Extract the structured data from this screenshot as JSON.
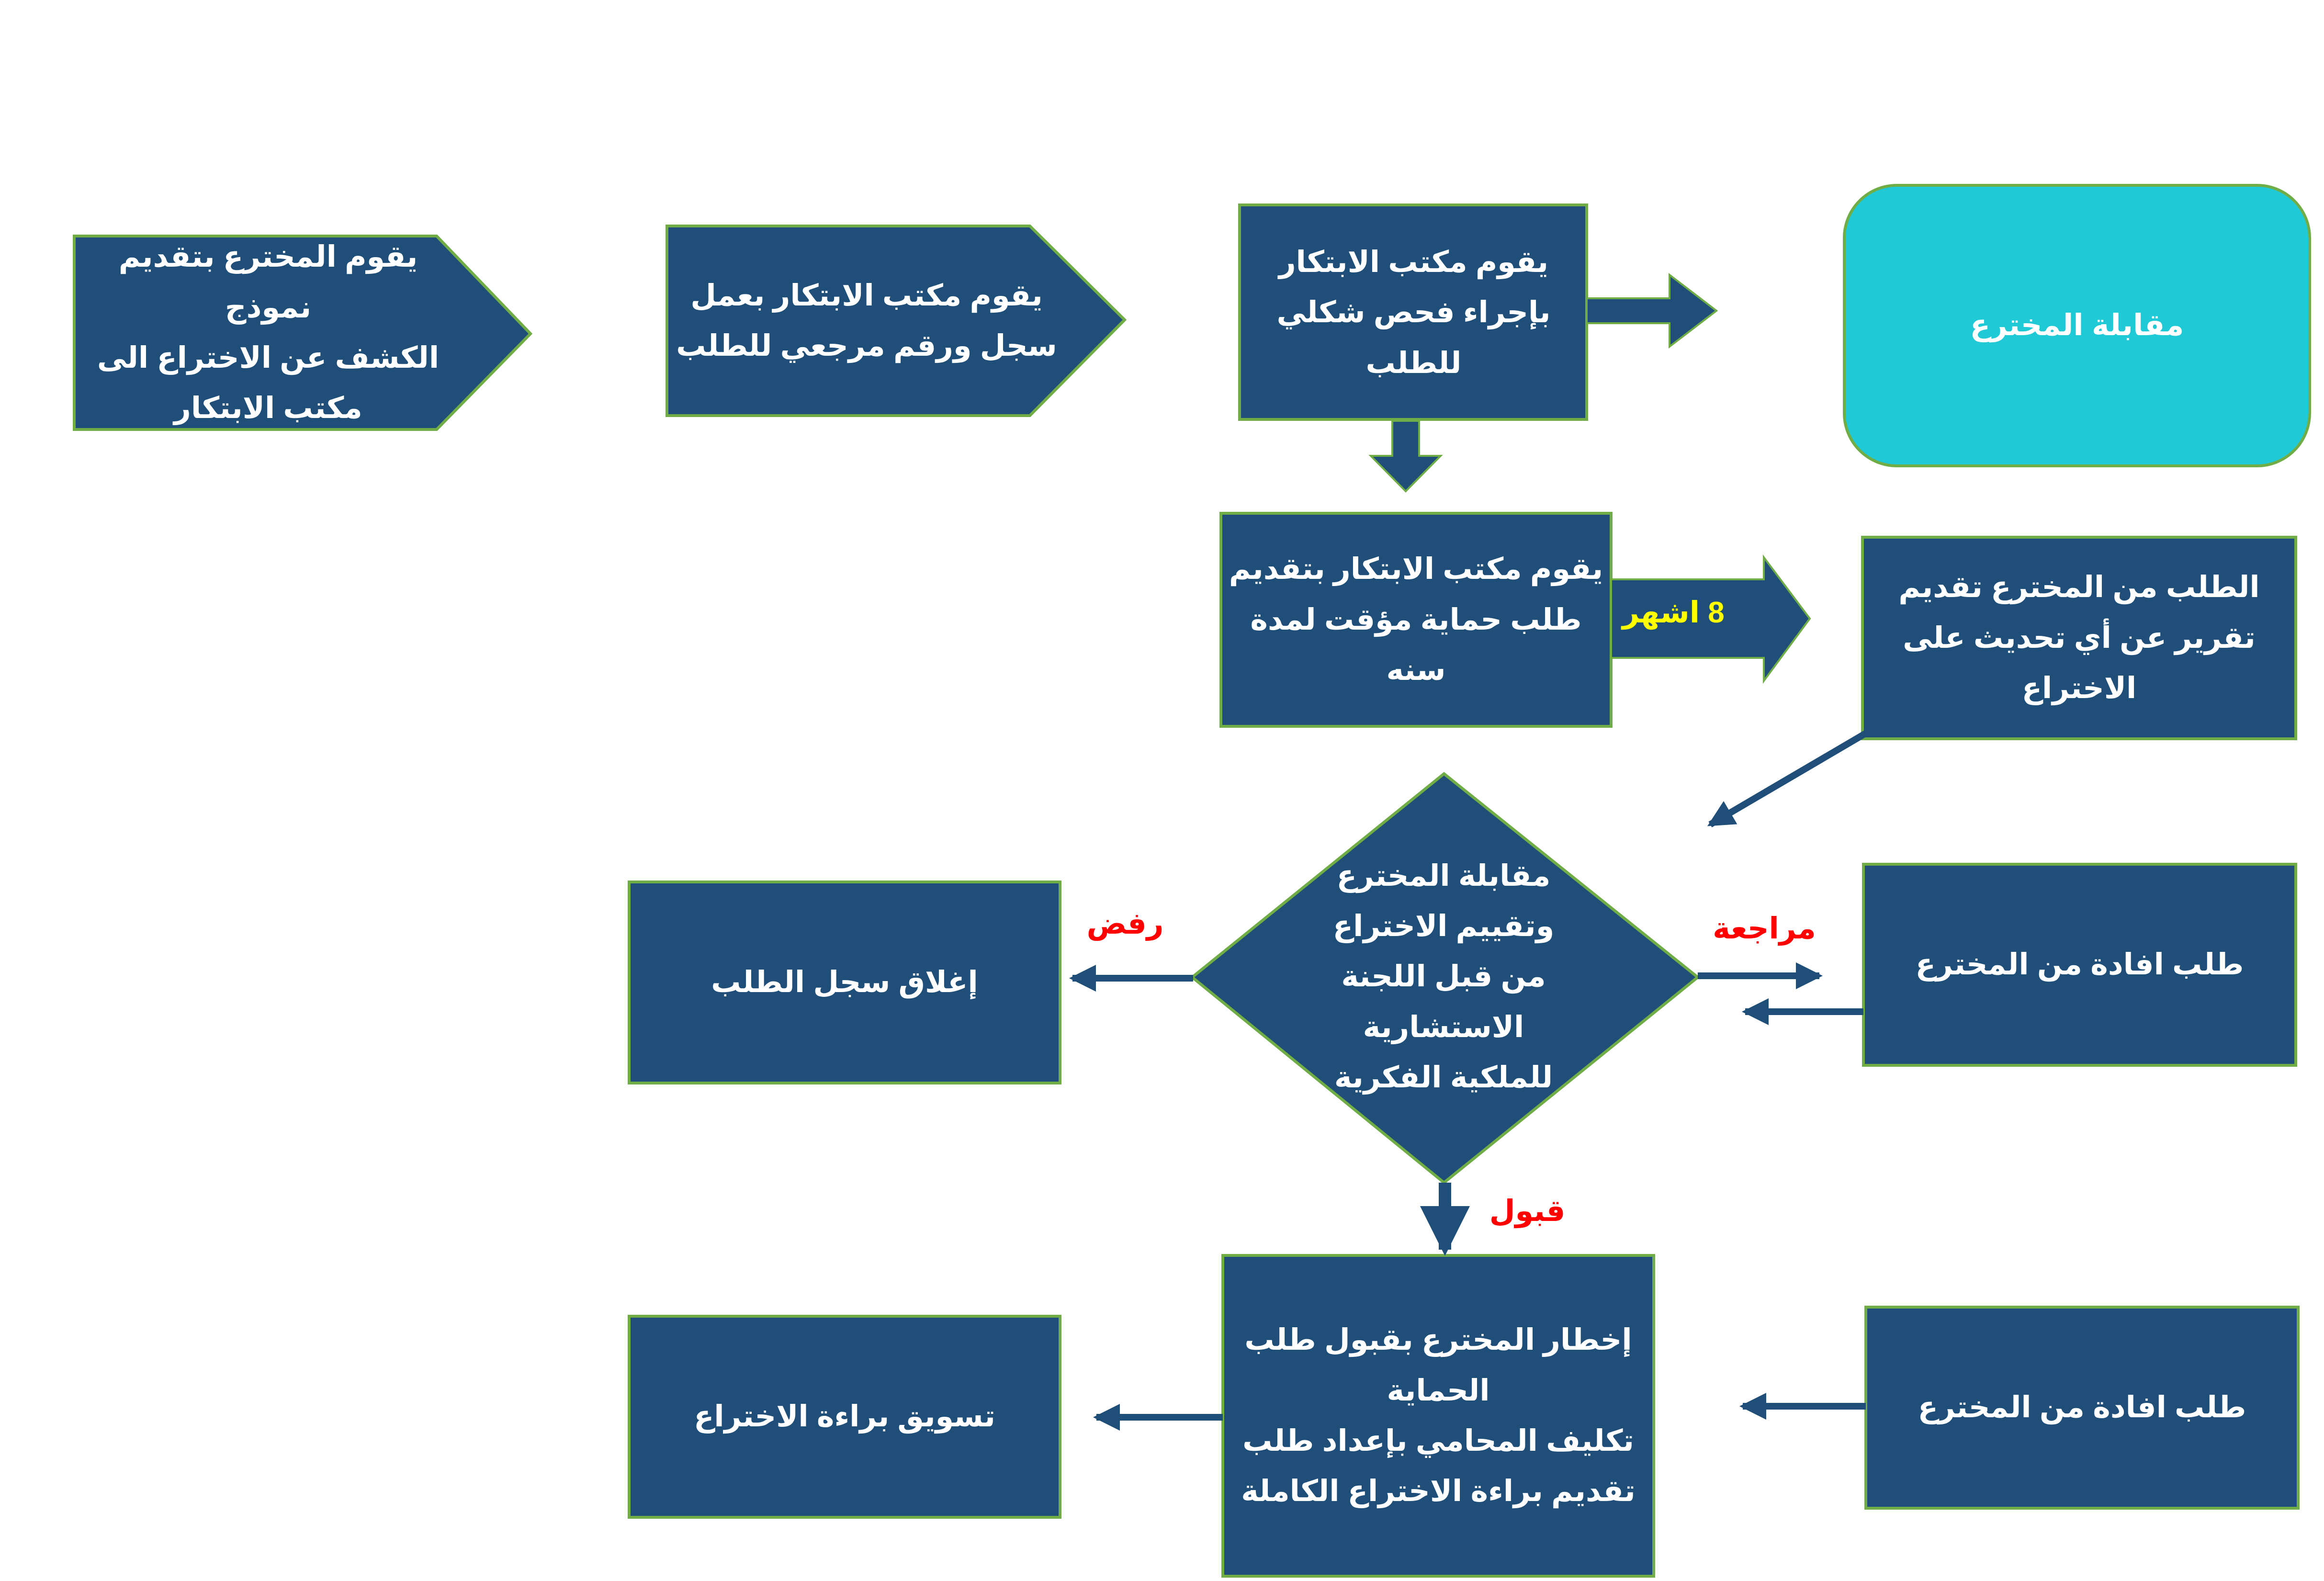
{
  "colors": {
    "node_fill": "#1f4e79",
    "node_stroke": "#70ad47",
    "start_fill": "#1fcad6",
    "arrow": "#1f4e79",
    "decision_label": "#ff0000",
    "duration_label": "#ffff00"
  },
  "nodes": {
    "submit_disclosure": "يقوم المخترع بتقديم نموذج\nالكشف عن الاختراع الى\nمكتب الابتكار",
    "create_record": "يقوم مكتب الابتكار بعمل\nسجل ورقم مرجعي للطلب",
    "formal_check": "يقوم مكتب الابتكار\nبإجراء فحص شكلي\nللطلب",
    "meet_inventor_top": "مقابلة المخترع",
    "provisional_protection": "يقوم مكتب الابتكار بتقديم\nطلب حماية مؤقت لمدة\nسنه",
    "update_report": "الطلب من المخترع تقديم\nتقرير عن أي تحديث على\nالاختراع",
    "committee_evaluation": "مقابلة المخترع\nوتقييم الاختراع\nمن قبل اللجنة\nالاستشارية\nللملكية الفكرية",
    "close_record": "إغلاق سجل الطلب",
    "request_feedback_1": "طلب افادة من المخترع",
    "notify_acceptance": "إخطار المخترع بقبول طلب\nالحماية\nتكليف المحامي بإعداد طلب\nتقديم براءة الاختراع الكاملة",
    "market_patent": "تسويق براءة الاختراع",
    "request_feedback_2": "طلب افادة من المخترع"
  },
  "edge_labels": {
    "duration": "8 اشهر",
    "reject": "رفض",
    "review": "مراجعة",
    "accept": "قبول"
  }
}
